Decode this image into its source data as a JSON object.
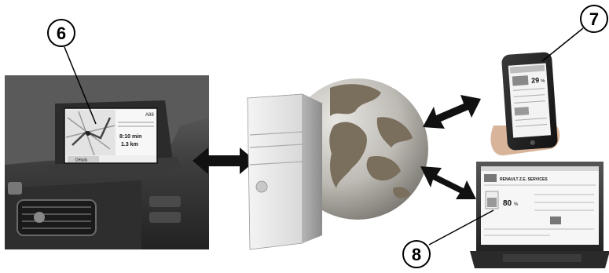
{
  "callouts": {
    "c6": "6",
    "c7": "7",
    "c8": "8"
  },
  "nav_screen": {
    "dist_unit_1": "8:10 min",
    "dist_unit_2": "1.3 km",
    "corner": "A88",
    "btn": "Détails"
  },
  "phone_screen": {
    "value1": "29",
    "unit1": "%"
  },
  "laptop_screen": {
    "header": "RENAULT Z.E. SERVICES",
    "battery": "80",
    "battery_unit": "%"
  },
  "colors": {
    "callout_fill": "#ffffff",
    "callout_stroke": "#000000",
    "arrow_fill": "#111111",
    "globe_land": "#7a6e5c",
    "globe_sea": "#c9c7c3"
  },
  "icons": {
    "arrow_nav_server": "double-arrow-icon",
    "arrow_globe_phone": "double-arrow-icon",
    "arrow_globe_laptop": "double-arrow-icon"
  }
}
